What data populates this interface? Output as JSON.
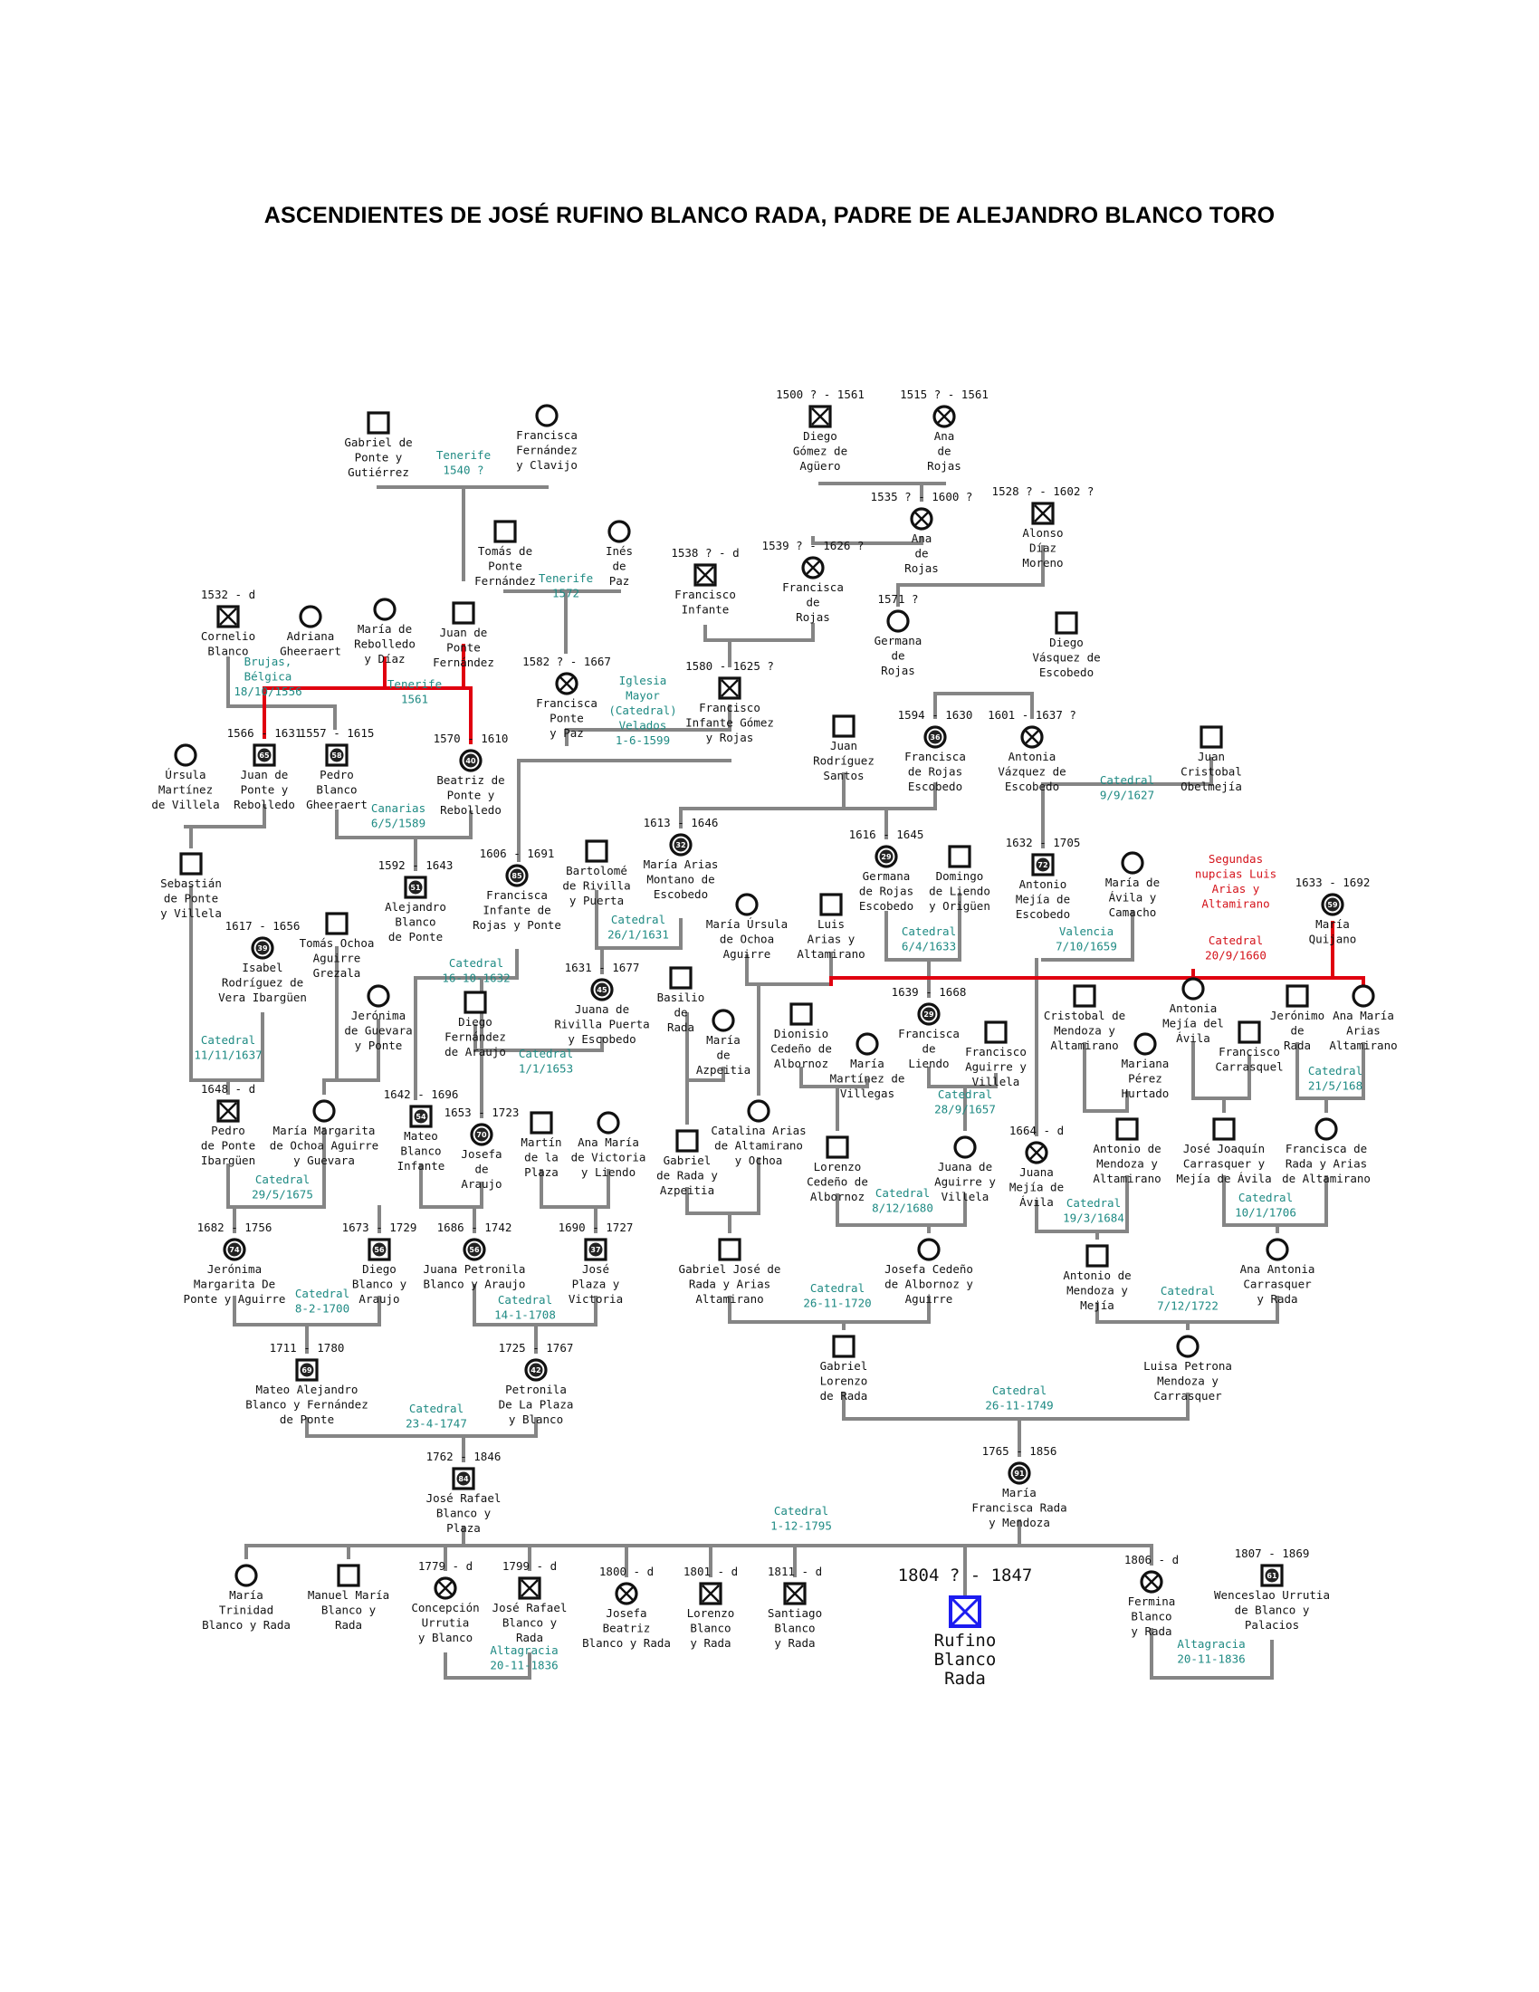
{
  "title": "ASCENDIENTES DE JOSÉ RUFINO BLANCO RADA, PADRE DE ALEJANDRO BLANCO TORO",
  "colors": {
    "line": "#858585",
    "red": "#e0000f",
    "marriage_text": "#1e8a83",
    "note_text": "#d4121a",
    "focus": "#1c1cf0",
    "ink": "#111111"
  },
  "symbols": {
    "square": "male-symbol",
    "circle": "female-symbol",
    "crossed": "deceased-marker",
    "badge": "age-badge"
  },
  "people": [
    {
      "id": "p_gabriel_ponte",
      "sex": "m",
      "name": [
        "Gabriel de",
        "Ponte y",
        "Gutiérrez"
      ]
    },
    {
      "id": "p_francisca_fernandez",
      "sex": "f",
      "name": [
        "Francisca",
        "Fernández",
        "y Clavijo"
      ]
    },
    {
      "id": "p_diego_gomez",
      "sex": "m",
      "dead": true,
      "date": "1500 ? - 1561",
      "name": [
        "Diego",
        "Gómez de",
        "Agüero"
      ]
    },
    {
      "id": "p_ana_rojas_1515",
      "sex": "f",
      "dead": true,
      "date": "1515 ? - 1561",
      "name": [
        "Ana",
        "de",
        "Rojas"
      ]
    },
    {
      "id": "p_tomas_ponte",
      "sex": "m",
      "name": [
        "Tomás de",
        "Ponte",
        "Fernández"
      ]
    },
    {
      "id": "p_ines_paz",
      "sex": "f",
      "name": [
        "Inés",
        "de",
        "Paz"
      ]
    },
    {
      "id": "p_ana_rojas_1535",
      "sex": "f",
      "dead": true,
      "date": "1535 ? - 1600 ?",
      "name": [
        "Ana",
        "de",
        "Rojas"
      ]
    },
    {
      "id": "p_alonso_diaz",
      "sex": "m",
      "dead": true,
      "date": "1528 ? - 1602 ?",
      "name": [
        "Alonso",
        "Díaz",
        "Moreno"
      ]
    },
    {
      "id": "p_francisco_infante",
      "sex": "m",
      "dead": true,
      "date": "1538 ? - d",
      "name": [
        "Francisco",
        "Infante"
      ]
    },
    {
      "id": "p_francisca_rojas_1539",
      "sex": "f",
      "dead": true,
      "date": "1539 ? - 1626 ?",
      "name": [
        "Francisca",
        "de",
        "Rojas"
      ]
    },
    {
      "id": "p_cornelio_blanco",
      "sex": "m",
      "dead": true,
      "date": "1532 - d",
      "name": [
        "Cornelio",
        "Blanco"
      ]
    },
    {
      "id": "p_adriana",
      "sex": "f",
      "name": [
        "Adriana",
        "Gheeraert"
      ]
    },
    {
      "id": "p_maria_rebolledo",
      "sex": "f",
      "name": [
        "María de",
        "Rebolledo",
        "y Díaz"
      ]
    },
    {
      "id": "p_juan_ponte_fernandez",
      "sex": "m",
      "name": [
        "Juan de",
        "Ponte",
        "Fernández"
      ]
    },
    {
      "id": "p_germana_rojas",
      "sex": "f",
      "date": "1571 ?",
      "name": [
        "Germana",
        "de",
        "Rojas"
      ]
    },
    {
      "id": "p_diego_vasquez",
      "sex": "m",
      "name": [
        "Diego",
        "Vásquez de",
        "Escobedo"
      ]
    },
    {
      "id": "p_francisca_ponte_paz",
      "sex": "f",
      "dead": true,
      "date": "1582 ? - 1667",
      "name": [
        "Francisca",
        "Ponte",
        "y Paz"
      ]
    },
    {
      "id": "p_francisco_infante_gomez",
      "sex": "m",
      "dead": true,
      "date": "1580 - 1625 ?",
      "name": [
        "Francisco",
        "Infante Gómez",
        "y Rojas"
      ]
    },
    {
      "id": "p_ursula_martinez",
      "sex": "f",
      "name": [
        "Úrsula",
        "Martínez",
        "de Villela"
      ]
    },
    {
      "id": "p_juan_ponte_rebolledo",
      "sex": "m",
      "badge": "65",
      "date": "1566 - 1631",
      "name": [
        "Juan de",
        "Ponte y",
        "Rebolledo"
      ]
    },
    {
      "id": "p_pedro_blanco_gheeraert",
      "sex": "m",
      "badge": "58",
      "date": "1557 - 1615",
      "name": [
        "Pedro",
        "Blanco",
        "Gheeraert"
      ]
    },
    {
      "id": "p_beatriz_ponte",
      "sex": "f",
      "badge": "40",
      "date": "1570 - 1610",
      "name": [
        "Beatriz de",
        "Ponte y",
        "Rebolledo"
      ]
    },
    {
      "id": "p_juan_rodriguez",
      "sex": "m",
      "name": [
        "Juan",
        "Rodríguez",
        "Santos"
      ]
    },
    {
      "id": "p_francisca_rojas_escobedo",
      "sex": "f",
      "badge": "36",
      "date": "1594 - 1630",
      "name": [
        "Francisca",
        "de Rojas",
        "Escobedo"
      ]
    },
    {
      "id": "p_antonia_vazquez",
      "sex": "f",
      "dead": true,
      "date": "1601 - 1637 ?",
      "name": [
        "Antonia",
        "Vázquez de",
        "Escobedo"
      ]
    },
    {
      "id": "p_juan_cristobal",
      "sex": "m",
      "name": [
        "Juan",
        "Cristobal",
        "Obelmejía"
      ]
    },
    {
      "id": "p_sebastian_ponte",
      "sex": "m",
      "name": [
        "Sebastián",
        "de Ponte",
        "y Villela"
      ]
    },
    {
      "id": "p_maria_arias_montano",
      "sex": "f",
      "badge": "32",
      "date": "1613 - 1646",
      "name": [
        "María Arias",
        "Montano de",
        "Escobedo"
      ]
    },
    {
      "id": "p_germana_rojas_escobedo",
      "sex": "f",
      "badge": "29",
      "date": "1616 - 1645",
      "name": [
        "Germana",
        "de Rojas",
        "Escobedo"
      ]
    },
    {
      "id": "p_domingo_liendo",
      "sex": "m",
      "name": [
        "Domingo",
        "de Liendo",
        "y Origüen"
      ]
    },
    {
      "id": "p_antonio_mejia",
      "sex": "m",
      "badge": "72",
      "date": "1632 - 1705",
      "name": [
        "Antonio",
        "Mejía de",
        "Escobedo"
      ]
    },
    {
      "id": "p_maria_avila",
      "sex": "f",
      "name": [
        "María de",
        "Ávila y",
        "Camacho"
      ]
    },
    {
      "id": "p_francisca_infante_ponte",
      "sex": "f",
      "badge": "85",
      "date": "1606 - 1691",
      "name": [
        "Francisca",
        "Infante de",
        "Rojas y Ponte"
      ]
    },
    {
      "id": "p_bartolome_rivilla",
      "sex": "m",
      "name": [
        "Bartolomé",
        "de Rivilla",
        "y Puerta"
      ]
    },
    {
      "id": "p_alejandro_blanco_ponte",
      "sex": "m",
      "badge": "51",
      "date": "1592 - 1643",
      "name": [
        "Alejandro",
        "Blanco",
        "de Ponte"
      ]
    },
    {
      "id": "p_maria_quijano",
      "sex": "f",
      "badge": "59",
      "date": "1633 - 1692",
      "name": [
        "María",
        "Quijano"
      ]
    },
    {
      "id": "p_isabel_rodriguez",
      "sex": "f",
      "badge": "39",
      "date": "1617 - 1656",
      "name": [
        "Isabel",
        "Rodríguez de",
        "Vera  Ibargüen"
      ]
    },
    {
      "id": "p_tomas_ochoa",
      "sex": "m",
      "name": [
        "Tomás Ochoa",
        "Aguirre",
        "Grezala"
      ]
    },
    {
      "id": "p_maria_ursula_ochoa",
      "sex": "f",
      "name": [
        "María Úrsula",
        "de Ochoa",
        "Aguirre"
      ]
    },
    {
      "id": "p_luis_arias",
      "sex": "m",
      "name": [
        "Luis",
        "Arias y",
        "Altamirano"
      ]
    },
    {
      "id": "p_juana_rivilla",
      "sex": "f",
      "badge": "45",
      "date": "1631 - 1677",
      "name": [
        "Juana de",
        "Rivilla Puerta",
        "y Escobedo"
      ]
    },
    {
      "id": "p_basilio_rada",
      "sex": "m",
      "name": [
        "Basilio",
        "de",
        "Rada"
      ]
    },
    {
      "id": "p_jeronima_guevara",
      "sex": "f",
      "name": [
        "Jerónima",
        "de Guevara",
        "y Ponte"
      ]
    },
    {
      "id": "p_francisca_liendo",
      "sex": "f",
      "badge": "29",
      "date": "1639 - 1668",
      "name": [
        "Francisca",
        "de",
        "Liendo"
      ]
    },
    {
      "id": "p_cristobal_mendoza",
      "sex": "m",
      "name": [
        "Cristobal de",
        "Mendoza y",
        "Altamirano"
      ]
    },
    {
      "id": "p_antonia_mejia_avila",
      "sex": "f",
      "name": [
        "Antonia",
        "Mejía del",
        "Ávila"
      ]
    },
    {
      "id": "p_jeronimo_rada",
      "sex": "m",
      "name": [
        "Jerónimo",
        "de",
        "Rada"
      ]
    },
    {
      "id": "p_ana_maria_arias",
      "sex": "f",
      "name": [
        "Ana María",
        "Arias",
        "Altamirano"
      ]
    },
    {
      "id": "p_diego_fernandez_araujo",
      "sex": "m",
      "name": [
        "Diego",
        "Fernández",
        "de Araujo"
      ]
    },
    {
      "id": "p_dionisio_cedeno",
      "sex": "m",
      "name": [
        "Dionisio",
        "Cedeño de",
        "Albornoz"
      ]
    },
    {
      "id": "p_maria_martinez_villegas",
      "sex": "f",
      "name": [
        "María",
        "Martínez de",
        "Villegas"
      ]
    },
    {
      "id": "p_francisco_aguirre_villela",
      "sex": "m",
      "name": [
        "Francisco",
        "Aguirre y",
        "Villela"
      ]
    },
    {
      "id": "p_mariana_perez",
      "sex": "f",
      "name": [
        "Mariana",
        "Pérez",
        "Hurtado"
      ]
    },
    {
      "id": "p_francisco_carrasquel",
      "sex": "m",
      "name": [
        "Francisco",
        "Carrasquel"
      ]
    },
    {
      "id": "p_maria_azpeitia",
      "sex": "f",
      "name": [
        "María",
        "de",
        "Azpeitia"
      ]
    },
    {
      "id": "p_pedro_ponte_ibarguen",
      "sex": "m",
      "dead": true,
      "date": "1648 - d",
      "name": [
        "Pedro",
        "de Ponte",
        "Ibargüen"
      ]
    },
    {
      "id": "p_maria_margarita_ochoa",
      "sex": "f",
      "name": [
        "María Margarita",
        "de Ochoa Aguirre",
        "y Guevara"
      ]
    },
    {
      "id": "p_mateo_blanco_infante",
      "sex": "m",
      "badge": "54",
      "date": "1642 - 1696",
      "name": [
        "Mateo",
        "Blanco",
        "Infante"
      ]
    },
    {
      "id": "p_josefa_araujo",
      "sex": "f",
      "badge": "70",
      "date": "1653 - 1723",
      "name": [
        "Josefa",
        "de",
        "Araujo"
      ]
    },
    {
      "id": "p_martin_plaza",
      "sex": "m",
      "name": [
        "Martín",
        "de la",
        "Plaza"
      ]
    },
    {
      "id": "p_ana_maria_victoria",
      "sex": "f",
      "name": [
        "Ana María",
        "de Victoria",
        "y Liendo"
      ]
    },
    {
      "id": "p_gabriel_rada_azpeitia",
      "sex": "m",
      "name": [
        "Gabriel",
        "de Rada y",
        "Azpeitia"
      ]
    },
    {
      "id": "p_catalina_arias",
      "sex": "f",
      "name": [
        "Catalina Arias",
        "de Altamirano",
        "y Ochoa"
      ]
    },
    {
      "id": "p_lorenzo_cedeno",
      "sex": "m",
      "name": [
        "Lorenzo",
        "Cedeño de",
        "Albornoz"
      ]
    },
    {
      "id": "p_juana_aguirre_villela",
      "sex": "f",
      "name": [
        "Juana de",
        "Aguirre y",
        "Villela"
      ]
    },
    {
      "id": "p_juana_mejia_avila",
      "sex": "f",
      "dead": true,
      "date": "1664 - d",
      "name": [
        "Juana",
        "Mejía de",
        "Ávila"
      ]
    },
    {
      "id": "p_antonio_mendoza_altamirano",
      "sex": "m",
      "name": [
        "Antonio de",
        "Mendoza y",
        "Altamirano"
      ]
    },
    {
      "id": "p_jose_joaquin_carrasquer",
      "sex": "m",
      "name": [
        "José Joaquín",
        "Carrasquer y",
        "Mejía de Ávila"
      ]
    },
    {
      "id": "p_francisca_rada_arias",
      "sex": "f",
      "name": [
        "Francisca de",
        "Rada y Arias",
        "de Altamirano"
      ]
    },
    {
      "id": "p_jeronima_ponte_aguirre",
      "sex": "f",
      "badge": "74",
      "date": "1682 - 1756",
      "name": [
        "Jerónima",
        "Margarita De",
        "Ponte y Aguirre"
      ]
    },
    {
      "id": "p_diego_blanco_araujo",
      "sex": "m",
      "badge": "56",
      "date": "1673 - 1729",
      "name": [
        "Diego",
        "Blanco y",
        "Araujo"
      ]
    },
    {
      "id": "p_juana_petronila",
      "sex": "f",
      "badge": "56",
      "date": "1686 - 1742",
      "name": [
        "Juana Petronila",
        "Blanco y Araujo"
      ]
    },
    {
      "id": "p_jose_plaza_victoria",
      "sex": "m",
      "badge": "37",
      "date": "1690 - 1727",
      "name": [
        "José",
        "Plaza y",
        "Victoria"
      ]
    },
    {
      "id": "p_gabriel_jose_rada",
      "sex": "m",
      "name": [
        "Gabriel José de",
        "Rada y Arias",
        "Altamirano"
      ]
    },
    {
      "id": "p_josefa_cedeno",
      "sex": "f",
      "name": [
        "Josefa Cedeño",
        "de Albornoz y",
        "Aguirre"
      ]
    },
    {
      "id": "p_antonio_mendoza_mejia",
      "sex": "m",
      "name": [
        "Antonio de",
        "Mendoza y",
        "Mejía"
      ]
    },
    {
      "id": "p_ana_antonia_carrasquer",
      "sex": "f",
      "name": [
        "Ana Antonia",
        "Carrasquer",
        "y Rada"
      ]
    },
    {
      "id": "p_mateo_alejandro",
      "sex": "m",
      "badge": "69",
      "date": "1711 - 1780",
      "name": [
        "Mateo Alejandro",
        "Blanco y Fernández",
        "de Ponte"
      ]
    },
    {
      "id": "p_petronila_plaza",
      "sex": "f",
      "badge": "42",
      "date": "1725 - 1767",
      "name": [
        "Petronila",
        "De La Plaza",
        "y Blanco"
      ]
    },
    {
      "id": "p_gabriel_lorenzo_rada",
      "sex": "m",
      "name": [
        "Gabriel",
        "Lorenzo",
        "de Rada"
      ]
    },
    {
      "id": "p_luisa_petrona",
      "sex": "f",
      "name": [
        "Luisa Petrona",
        "Mendoza y",
        "Carrasquer"
      ]
    },
    {
      "id": "p_jose_rafael_plaza",
      "sex": "m",
      "badge": "84",
      "date": "1762 - 1846",
      "name": [
        "José Rafael",
        "Blanco y",
        "Plaza"
      ]
    },
    {
      "id": "p_maria_francisca_rada",
      "sex": "f",
      "badge": "91",
      "date": "1765 - 1856",
      "name": [
        "María",
        "Francisca Rada",
        "y Mendoza"
      ]
    },
    {
      "id": "p_maria_trinidad",
      "sex": "f",
      "name": [
        "María",
        "Trinidad",
        "Blanco y Rada"
      ]
    },
    {
      "id": "p_manuel_maria",
      "sex": "m",
      "name": [
        "Manuel María",
        "Blanco y",
        "Rada"
      ]
    },
    {
      "id": "p_concepcion_urrutia",
      "sex": "f",
      "dead": true,
      "date": "1779 - d",
      "name": [
        "Concepción",
        "Urrutia",
        "y Blanco"
      ]
    },
    {
      "id": "p_jose_rafael_rada",
      "sex": "m",
      "dead": true,
      "date": "1799 - d",
      "name": [
        "José Rafael",
        "Blanco y",
        "Rada"
      ]
    },
    {
      "id": "p_josefa_beatriz",
      "sex": "f",
      "dead": true,
      "date": "1800 - d",
      "name": [
        "Josefa",
        "Beatriz",
        "Blanco y Rada"
      ]
    },
    {
      "id": "p_lorenzo_blanco",
      "sex": "m",
      "dead": true,
      "date": "1801 - d",
      "name": [
        "Lorenzo",
        "Blanco",
        "y Rada"
      ]
    },
    {
      "id": "p_santiago_blanco",
      "sex": "m",
      "dead": true,
      "date": "1811 - d",
      "name": [
        "Santiago",
        "Blanco",
        "y Rada"
      ]
    },
    {
      "id": "p_rufino",
      "sex": "m",
      "dead": true,
      "focus": true,
      "date": "1804 ? - 1847",
      "name": [
        "Rufino",
        "Blanco",
        "Rada"
      ]
    },
    {
      "id": "p_fermina_blanco",
      "sex": "f",
      "dead": true,
      "date": "1806 - d",
      "name": [
        "Fermina",
        "Blanco",
        "y Rada"
      ]
    },
    {
      "id": "p_wenceslao_urrutia",
      "sex": "m",
      "badge": "61",
      "date": "1807 - 1869",
      "name": [
        "Wenceslao Urrutia",
        "de Blanco y",
        "Palacios"
      ]
    }
  ],
  "marriages": [
    {
      "id": "m1",
      "text": [
        "Tenerife",
        "1540 ?"
      ]
    },
    {
      "id": "m2",
      "text": [
        "Tenerife",
        "1572"
      ]
    },
    {
      "id": "m3",
      "text": [
        "Brujas,",
        "Bélgica",
        "18/10/1556"
      ]
    },
    {
      "id": "m4",
      "text": [
        "Tenerife",
        "1561"
      ]
    },
    {
      "id": "m5",
      "text": [
        "Iglesia",
        "Mayor",
        "(Catedral)",
        "Velados",
        "1-6-1599"
      ]
    },
    {
      "id": "m6",
      "text": [
        "Catedral",
        "9/9/1627"
      ]
    },
    {
      "id": "m7",
      "text": [
        "Canarias",
        "6/5/1589"
      ]
    },
    {
      "id": "m8",
      "text": [
        "Catedral",
        "26/1/1631"
      ]
    },
    {
      "id": "m9",
      "text": [
        "Catedral",
        "6/4/1633"
      ]
    },
    {
      "id": "m10",
      "text": [
        "Valencia",
        "7/10/1659"
      ]
    },
    {
      "id": "m11",
      "text": [
        "Catedral",
        "16-10-1632"
      ]
    },
    {
      "id": "m12",
      "text": [
        "Catedral",
        "11/11/1637"
      ]
    },
    {
      "id": "m13",
      "text": [
        "Catedral",
        "1/1/1653"
      ]
    },
    {
      "id": "m14",
      "text": [
        "Catedral",
        "28/9/1657"
      ]
    },
    {
      "id": "m15",
      "text": [
        "Catedral",
        "21/5/168"
      ]
    },
    {
      "id": "m16",
      "text": [
        "Catedral",
        "29/5/1675"
      ]
    },
    {
      "id": "m17",
      "text": [
        "Catedral",
        "8/12/1680"
      ]
    },
    {
      "id": "m18",
      "text": [
        "Catedral",
        "19/3/1684"
      ]
    },
    {
      "id": "m19",
      "text": [
        "Catedral",
        "10/1/1706"
      ]
    },
    {
      "id": "m20",
      "text": [
        "Catedral",
        "8-2-1700"
      ]
    },
    {
      "id": "m21",
      "text": [
        "Catedral",
        "14-1-1708"
      ]
    },
    {
      "id": "m22",
      "text": [
        "Catedral",
        "26-11-1720"
      ]
    },
    {
      "id": "m23",
      "text": [
        "Catedral",
        "7/12/1722"
      ]
    },
    {
      "id": "m24",
      "text": [
        "Catedral",
        "23-4-1747"
      ]
    },
    {
      "id": "m25",
      "text": [
        "Catedral",
        "26-11-1749"
      ]
    },
    {
      "id": "m26",
      "text": [
        "Catedral",
        "1-12-1795"
      ]
    },
    {
      "id": "m27",
      "text": [
        "Altagracia",
        "20-11-1836"
      ]
    },
    {
      "id": "m28",
      "text": [
        "Altagracia",
        "20-11-1836"
      ]
    },
    {
      "id": "m29",
      "text": [
        "Catedral",
        "20/9/1660"
      ],
      "red": true
    }
  ],
  "notes": [
    {
      "id": "n1",
      "text": [
        "Segundas",
        "nupcias Luis",
        "Arias y",
        "Altamirano"
      ]
    }
  ]
}
